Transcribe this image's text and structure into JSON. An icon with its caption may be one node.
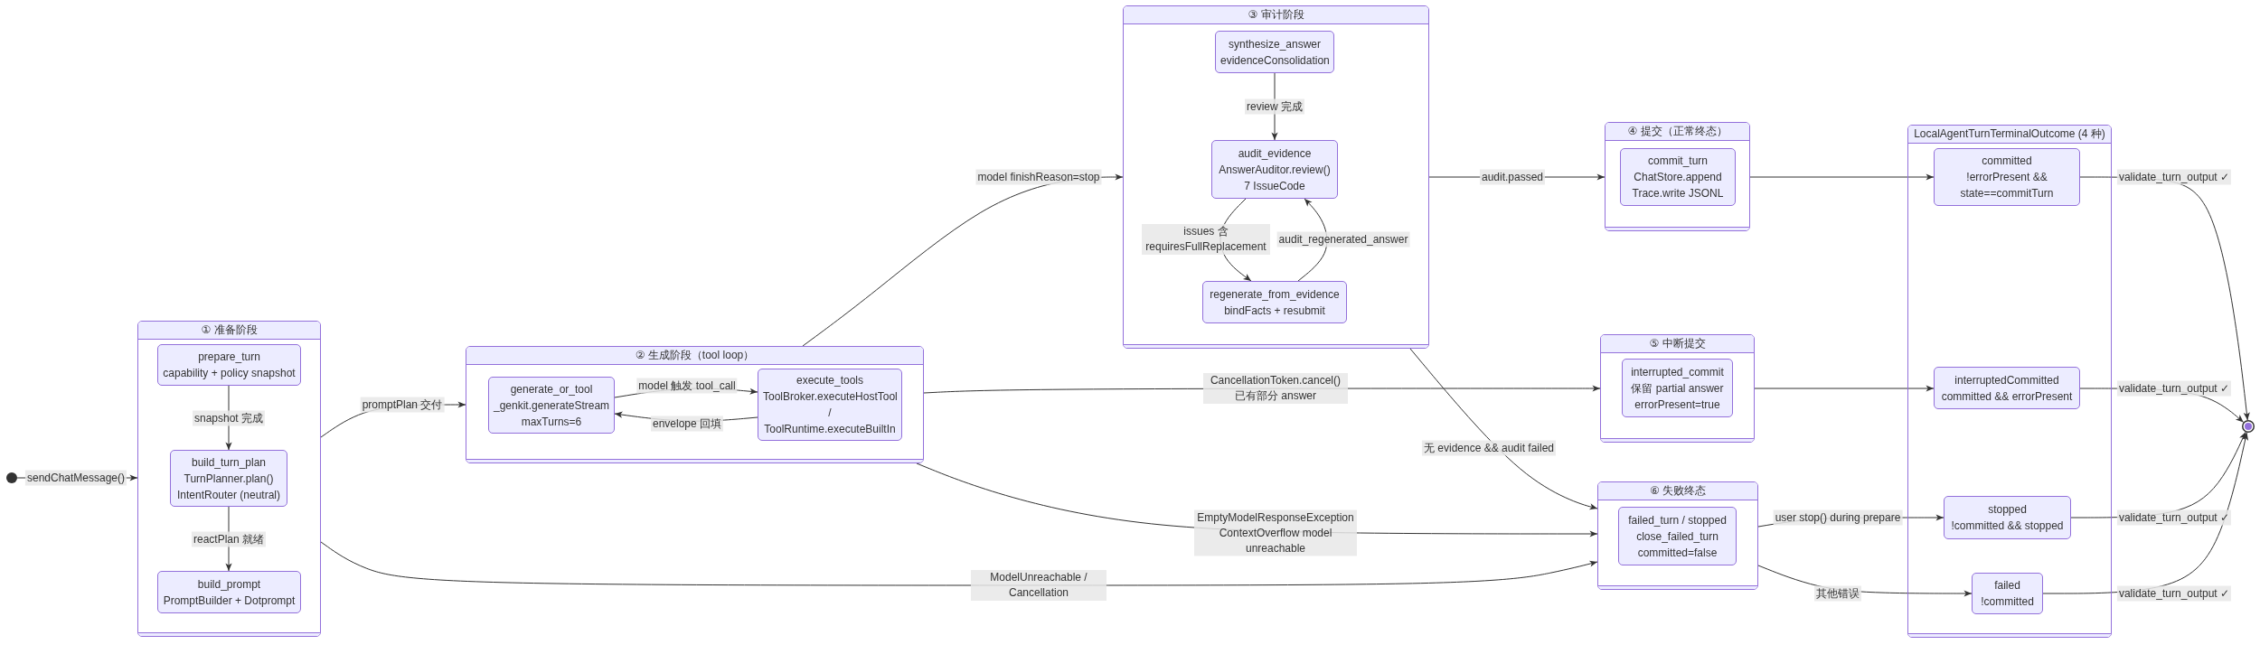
{
  "diagram": {
    "nodes": [
      {
        "text": [],
        "shape": "circle"
      },
      {
        "text": [
          "① 准备阶段"
        ]
      },
      {
        "text": [
          "prepare_turn",
          "capability + policy snapshot"
        ],
        "in": 1
      },
      {
        "text": [
          "build_turn_plan",
          "TurnPlanner.plan()",
          "IntentRouter (neutral)"
        ],
        "in": 1
      },
      {
        "text": [
          "build_prompt",
          "PromptBuilder + Dotprompt"
        ],
        "in": 1
      },
      {
        "text": [
          "② 生成阶段（tool loop）"
        ]
      },
      {
        "text": [
          "generate_or_tool",
          "_genkit.generateStream",
          "maxTurns=6"
        ],
        "in": 5
      },
      {
        "text": [
          "execute_tools",
          "ToolBroker.executeHostTool / ToolRuntime.executeBuiltIn"
        ],
        "in": 5
      },
      {
        "text": [
          "③ 审计阶段"
        ]
      },
      {
        "text": [
          "synthesize_answer",
          "evidenceConsolidation"
        ],
        "in": 8
      },
      {
        "text": [
          "audit_evidence",
          "AnswerAuditor.review()",
          "7 IssueCode"
        ],
        "in": 8
      },
      {
        "text": [
          "regenerate_from_evidence",
          "bindFacts + resubmit"
        ],
        "in": 8
      },
      {
        "text": [
          "④ 提交（正常终态）"
        ]
      },
      {
        "text": [
          "commit_turn",
          "ChatStore.append",
          "Trace.write JSONL"
        ],
        "in": 12
      },
      {
        "text": [
          "⑤ 中断提交"
        ]
      },
      {
        "text": [
          "interrupted_commit",
          "保留 partial answer",
          "errorPresent=true"
        ],
        "in": 14
      },
      {
        "text": [
          "⑥ 失败终态"
        ]
      },
      {
        "text": [
          "failed_turn / stopped",
          "close_failed_turn",
          "committed=false"
        ],
        "in": 16
      },
      {
        "text": [
          "LocalAgentTurnTerminalOutcome (4 种)"
        ]
      },
      {
        "text": [
          "committed",
          "!errorPresent && state==commitTurn"
        ],
        "in": 18
      },
      {
        "text": [
          "interruptedCommitted",
          "committed && errorPresent"
        ],
        "in": 18
      },
      {
        "text": [
          "stopped",
          "!committed && stopped"
        ],
        "in": 18
      },
      {
        "text": [
          "failed",
          "!committed"
        ],
        "in": 18
      },
      {
        "text": [],
        "shape": "circle"
      }
    ],
    "edges": [
      {
        "from": 0,
        "to": 1,
        "arrow": "to",
        "label": "sendChatMessage()"
      },
      {
        "from": 2,
        "to": 3,
        "arrow": "to",
        "label": "snapshot 完成"
      },
      {
        "from": 3,
        "to": 4,
        "arrow": "to",
        "label": "reactPlan 就绪"
      },
      {
        "from": 1,
        "to": 5,
        "arrow": "to",
        "label": "promptPlan 交付"
      },
      {
        "from": 6,
        "to": 7,
        "arrow": "to",
        "label": "model 触发 tool_call"
      },
      {
        "from": 7,
        "to": 6,
        "arrow": "to",
        "label": "envelope 回填"
      },
      {
        "from": 5,
        "to": 8,
        "arrow": "to",
        "label": "model finishReason=stop"
      },
      {
        "from": 9,
        "to": 10,
        "arrow": "to",
        "label": "review 完成"
      },
      {
        "from": 10,
        "to": 11,
        "arrow": "to",
        "label": "issues 含 requiresFullReplacement"
      },
      {
        "from": 11,
        "to": 10,
        "arrow": "to",
        "label": "audit_regenerated_answer"
      },
      {
        "from": 8,
        "to": 12,
        "arrow": "to",
        "label": "audit.passed"
      },
      {
        "from": 5,
        "to": 14,
        "arrow": "to",
        "label": "CancellationToken.cancel() 已有部分 answer"
      },
      {
        "from": 8,
        "to": 16,
        "arrow": "to",
        "label": "无 evidence && audit failed"
      },
      {
        "from": 5,
        "to": 16,
        "arrow": "to",
        "label": "EmptyModelResponseException ContextOverflow model unreachable"
      },
      {
        "from": 1,
        "to": 16,
        "arrow": "to",
        "label": "ModelUnreachable / Cancellation"
      },
      {
        "from": 12,
        "to": 19,
        "arrow": "to"
      },
      {
        "from": 14,
        "to": 20,
        "arrow": "to"
      },
      {
        "from": 16,
        "to": 21,
        "arrow": "to",
        "label": "user stop() during prepare"
      },
      {
        "from": 16,
        "to": 22,
        "arrow": "to",
        "label": "其他错误"
      },
      {
        "from": 19,
        "to": 23,
        "arrow": "to",
        "label": "validate_turn_output ✓"
      },
      {
        "from": 20,
        "to": 23,
        "arrow": "to",
        "label": "validate_turn_output ✓"
      },
      {
        "from": 21,
        "to": 23,
        "arrow": "to",
        "label": "validate_turn_output ✓"
      },
      {
        "from": 22,
        "to": 23,
        "arrow": "to",
        "label": "validate_turn_output ✓"
      }
    ]
  }
}
